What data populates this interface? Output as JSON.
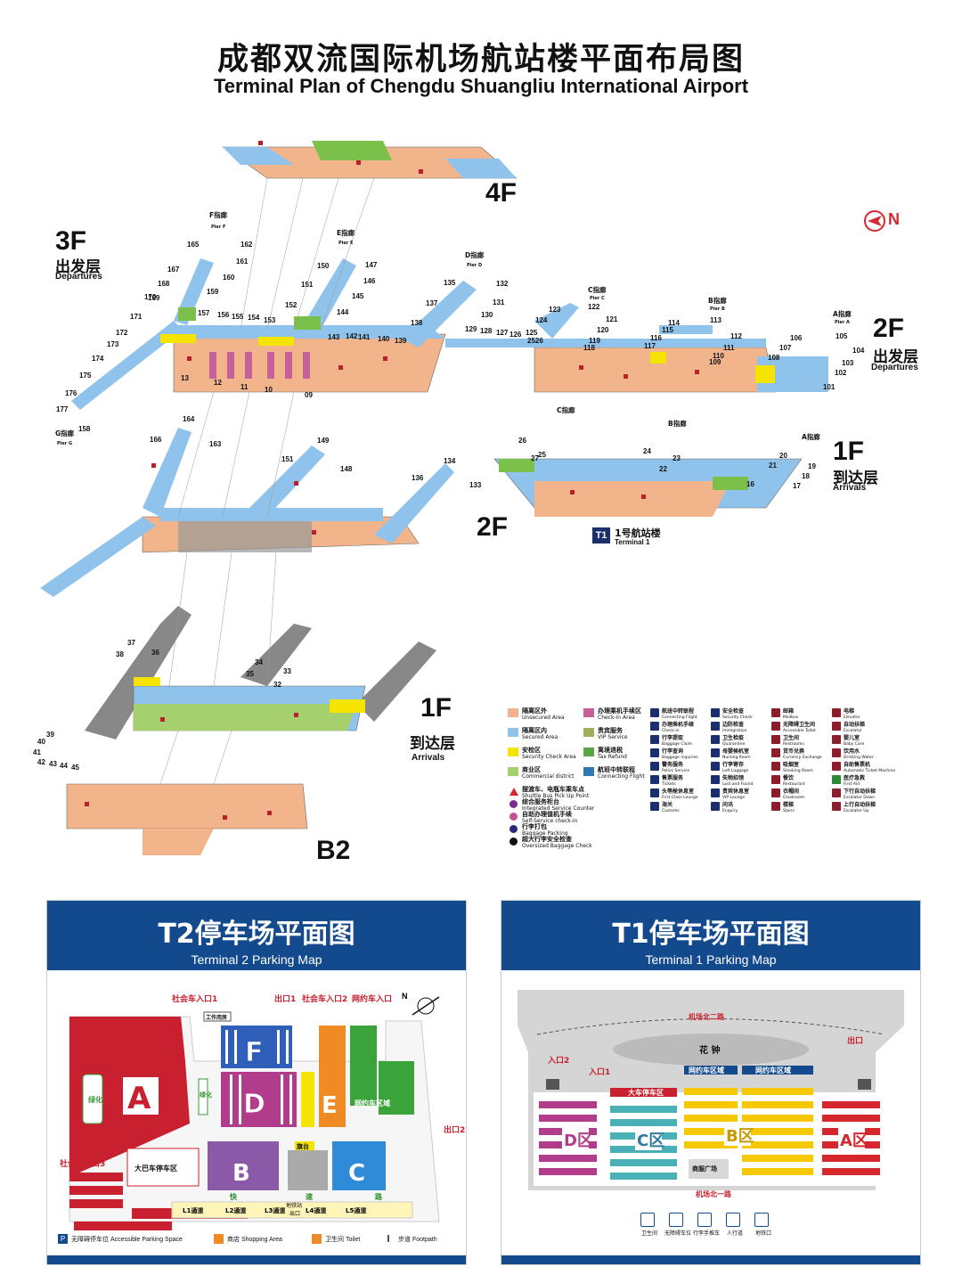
{
  "title": {
    "cn": "成都双流国际机场航站楼平面布局图",
    "en": "Terminal Plan of Chengdu Shuangliu International Airport"
  },
  "north": "N",
  "t2": {
    "floors": {
      "f4": "4F",
      "f3": "3F",
      "f3_cn": "出发层",
      "f3_en": "Departures",
      "f2": "2F",
      "f1": "1F",
      "f1_cn": "到达层",
      "f1_en": "Arrivals",
      "b2": "B2"
    },
    "piers": {
      "f": "F指廊",
      "f_en": "Pier F",
      "e": "E指廊",
      "e_en": "Pier E",
      "d": "D指廊",
      "d_en": "Pier D",
      "g": "G指廊",
      "g_en": "Pier G"
    },
    "gates_3f": [
      "165",
      "162",
      "161",
      "160",
      "159",
      "167",
      "168",
      "169",
      "170",
      "171",
      "172",
      "173",
      "174",
      "175",
      "176",
      "177",
      "158",
      "157",
      "156",
      "155",
      "154",
      "153",
      "152",
      "151",
      "150",
      "147",
      "146",
      "145",
      "144",
      "143",
      "142",
      "141",
      "140",
      "139",
      "138",
      "137",
      "135",
      "132",
      "131",
      "130",
      "129",
      "128",
      "127",
      "126",
      "13",
      "12",
      "11",
      "10",
      "09"
    ],
    "gates_2f": [
      "164",
      "166",
      "163",
      "149",
      "151",
      "148",
      "134",
      "136",
      "133"
    ],
    "gates_1f": [
      "37",
      "38",
      "36",
      "34",
      "35",
      "33",
      "32",
      "39",
      "40",
      "41",
      "42",
      "43",
      "44",
      "45"
    ]
  },
  "t1": {
    "floors": {
      "f2": "2F",
      "f2_cn": "出发层",
      "f2_en": "Departures",
      "f1": "1F",
      "f1_cn": "到达层",
      "f1_en": "Arrivals"
    },
    "piers": {
      "c": "C指廊",
      "c_en": "Pier C",
      "b": "B指廊",
      "b_en": "Pier B",
      "a": "A指廊",
      "a_en": "Pier A"
    },
    "gates_2f": [
      "123",
      "122",
      "124",
      "121",
      "125",
      "120",
      "119",
      "118",
      "2526",
      "114",
      "113",
      "116",
      "115",
      "112",
      "117",
      "111",
      "110",
      "109",
      "106",
      "105",
      "107",
      "104",
      "108",
      "103",
      "102",
      "101"
    ],
    "gates_1f": [
      "27",
      "26",
      "25",
      "24",
      "23",
      "22",
      "20",
      "21",
      "19",
      "18",
      "17",
      "16"
    ],
    "badge": "T1",
    "name_cn": "1号航站楼",
    "name_en": "Terminal 1"
  },
  "legend": {
    "areas": [
      {
        "cn": "隔离区外",
        "en": "Unsecured Area",
        "color": "#f2b48a"
      },
      {
        "cn": "隔离区内",
        "en": "Secured Area",
        "color": "#8fc3ec"
      },
      {
        "cn": "安检区",
        "en": "Security Check Area",
        "color": "#f5e400"
      },
      {
        "cn": "商业区",
        "en": "Commercial district",
        "color": "#a6cf6e"
      },
      {
        "cn": "办理乘机手续区",
        "en": "Check-in Area",
        "color": "#c6609a"
      },
      {
        "cn": "贵宾服务",
        "en": "VIP Service",
        "color": "#9faf5a"
      },
      {
        "cn": "离境退税",
        "en": "Tax Refund",
        "color": "#5aa543"
      },
      {
        "cn": "航班中转联程",
        "en": "Connecting Flight",
        "color": "#2f78b8"
      }
    ],
    "markers": [
      {
        "cn": "摆渡车、电瓶车乘车点",
        "en": "Shuttle Bus Pick Up Point",
        "color": "#d6262e",
        "shape": "triangle"
      },
      {
        "cn": "综合服务柜台",
        "en": "Integrated Service Counter",
        "color": "#7a2a90",
        "shape": "circle"
      },
      {
        "cn": "自助办理值机手续",
        "en": "Self-Service check-in",
        "color": "#c8509a",
        "shape": "circle"
      },
      {
        "cn": "行李打包",
        "en": "Baggage Packing",
        "color": "#2a2a7a",
        "shape": "circle"
      },
      {
        "cn": "超大行李安全检查",
        "en": "Oversized Baggage Check",
        "color": "#111111",
        "shape": "circle"
      }
    ],
    "icons": [
      {
        "cn": "航班中转联程",
        "en": "Connecting Flight"
      },
      {
        "cn": "办理乘机手续",
        "en": "Check-in"
      },
      {
        "cn": "行李提取",
        "en": "Baggage Claim"
      },
      {
        "cn": "行李查询",
        "en": "Baggage Inquiries"
      },
      {
        "cn": "警务服务",
        "en": "Police Service"
      },
      {
        "cn": "售票服务",
        "en": "Tickets"
      },
      {
        "cn": "头等舱休息室",
        "en": "First Class Lounge"
      },
      {
        "cn": "海关",
        "en": "Customs"
      },
      {
        "cn": "安全检查",
        "en": "Security Check"
      },
      {
        "cn": "边防检查",
        "en": "Immigration"
      },
      {
        "cn": "卫生检疫",
        "en": "Quarantine"
      },
      {
        "cn": "母婴候机室",
        "en": "Nursing Room"
      },
      {
        "cn": "行李寄存",
        "en": "Left Luggage"
      },
      {
        "cn": "失物招领",
        "en": "Lost and Found"
      },
      {
        "cn": "贵宾休息室",
        "en": "VIP Lounge"
      },
      {
        "cn": "问讯",
        "en": "Enquiry"
      },
      {
        "cn": "邮箱",
        "en": "Mailbox"
      },
      {
        "cn": "无障碍卫生间",
        "en": "Accessible Toilet"
      },
      {
        "cn": "卫生间",
        "en": "Restrooms"
      },
      {
        "cn": "货币兑换",
        "en": "Currency Exchange"
      },
      {
        "cn": "吸烟室",
        "en": "Smoking Room"
      },
      {
        "cn": "餐饮",
        "en": "Restaurant"
      },
      {
        "cn": "衣帽间",
        "en": "Cloakroom"
      },
      {
        "cn": "楼梯",
        "en": "Stairs"
      },
      {
        "cn": "电梯",
        "en": "Elevator"
      },
      {
        "cn": "自动扶梯",
        "en": "Escalator"
      },
      {
        "cn": "婴儿室",
        "en": "Baby Care"
      },
      {
        "cn": "饮用水",
        "en": "Drinking Water"
      },
      {
        "cn": "自助售票机",
        "en": "Automatic Ticket Machine"
      },
      {
        "cn": "医疗急救",
        "en": "First Aid"
      },
      {
        "cn": "下行自动扶梯",
        "en": "Escalator Down"
      },
      {
        "cn": "上行自动扶梯",
        "en": "Escalator Up"
      }
    ]
  },
  "t2_parking": {
    "title_cn": "T2停车场平面图",
    "title_en": "Terminal 2 Parking Map",
    "entrances": [
      "社会车入口1",
      "出口1",
      "社会车入口2",
      "网约车入口"
    ],
    "entrance3": "社会车入口3",
    "exit2": "出口2",
    "zones": [
      "A",
      "B",
      "C",
      "D",
      "E",
      "F"
    ],
    "labels": {
      "green": "绿化",
      "green2": "绿化",
      "work": "工作用房",
      "bus": "大巴车停车区",
      "ride": "网约车区域",
      "flag": "旗台",
      "fast": "快",
      "speed": "速",
      "road": "路"
    },
    "lanes": [
      "L1通道",
      "L2通道",
      "L3通道",
      "L4通道",
      "L5通道"
    ],
    "lane_mid": "地铁站",
    "lane_mid2": "出口",
    "legend": [
      {
        "cn": "无障碍停车位",
        "en": "Accessible Parking Space"
      },
      {
        "cn": "商店",
        "en": "Shopping Area"
      },
      {
        "cn": "卫生间",
        "en": "Toilet"
      },
      {
        "cn": "步道",
        "en": "Footpath"
      }
    ]
  },
  "t1_parking": {
    "title_cn": "T1停车场平面图",
    "title_en": "Terminal 1 Parking Map",
    "road_top": "机场北二路",
    "road_bottom": "机场北一路",
    "clock": "花 钟",
    "entrance1": "入口1",
    "entrance2": "入口2",
    "exit": "出口",
    "ride1": "网约车区域",
    "ride2": "网约车区域",
    "bus": "大车停车区",
    "plaza": "商服广场",
    "zones": [
      "D区",
      "C区",
      "B区",
      "A区"
    ],
    "legend": [
      "卫生间",
      "无障碍车位",
      "行李手推车",
      "人行道",
      "地铁口"
    ]
  }
}
